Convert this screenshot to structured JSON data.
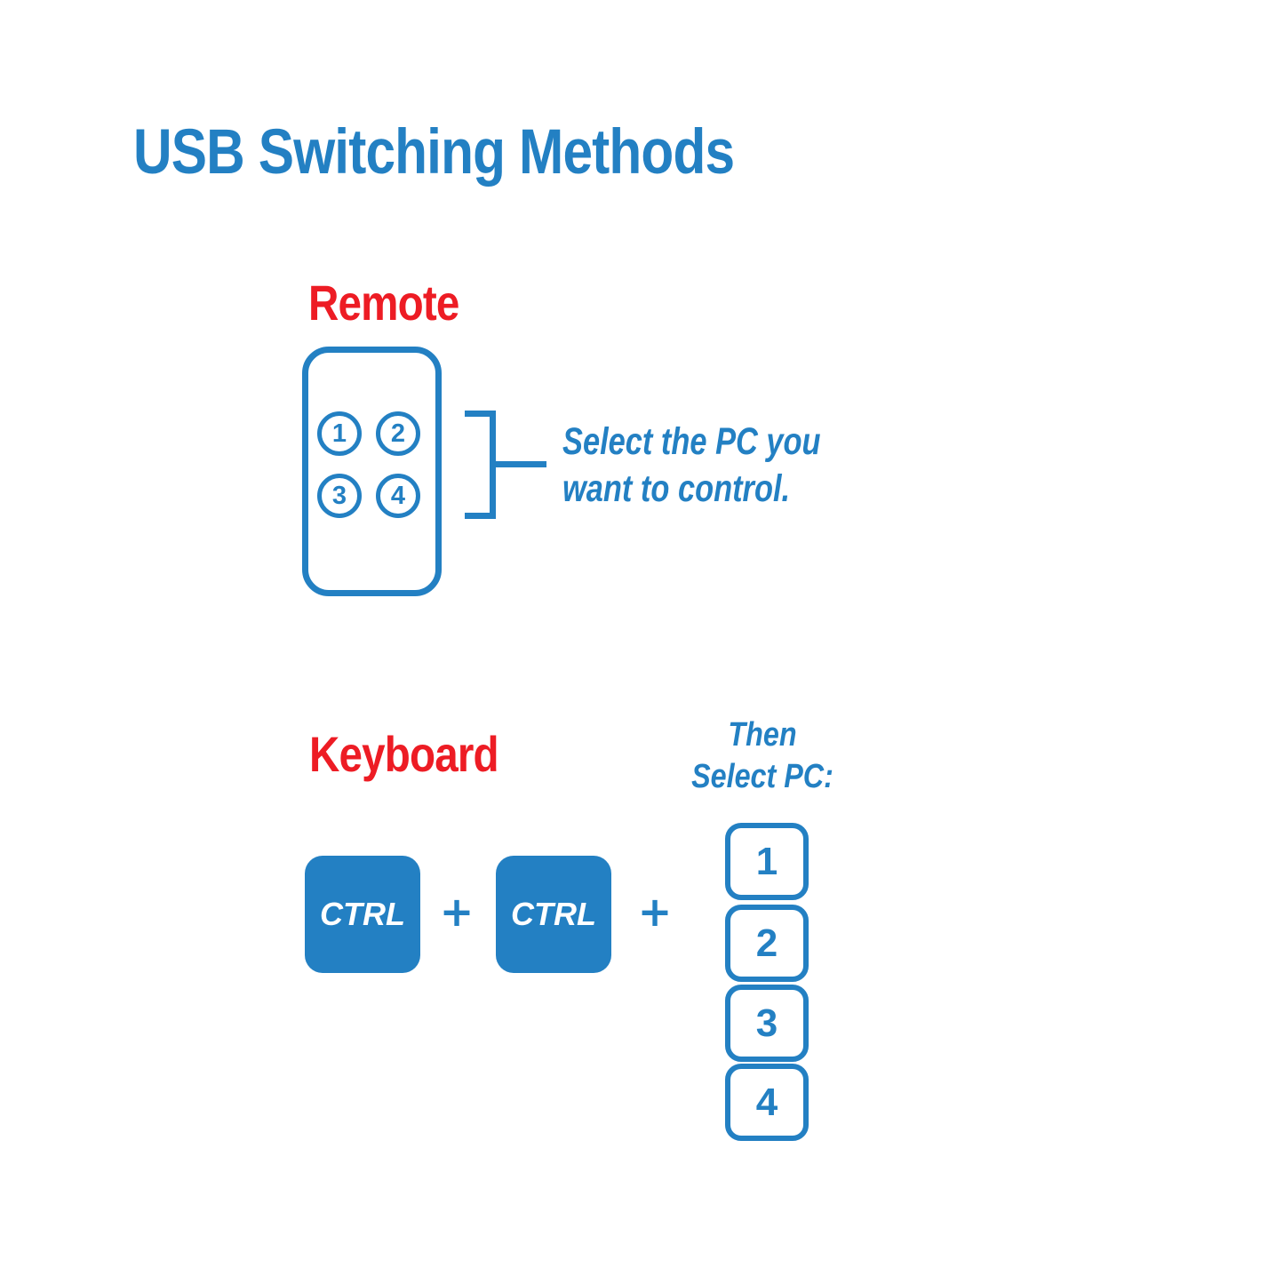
{
  "colors": {
    "blue": "#2380c3",
    "red": "#ed1c24",
    "white": "#ffffff"
  },
  "title": "USB Switching Methods",
  "remote_section": {
    "label": "Remote",
    "buttons": [
      "1",
      "2",
      "3",
      "4"
    ],
    "note_line1": "Select the PC you",
    "note_line2": "want to control."
  },
  "keyboard_section": {
    "label": "Keyboard",
    "ctrl_key1": "CTRL",
    "ctrl_key2": "CTRL",
    "plus1": "+",
    "plus2": "+",
    "then_line1": "Then",
    "then_line2": "Select PC:",
    "pc_keys": [
      "1",
      "2",
      "3",
      "4"
    ]
  }
}
